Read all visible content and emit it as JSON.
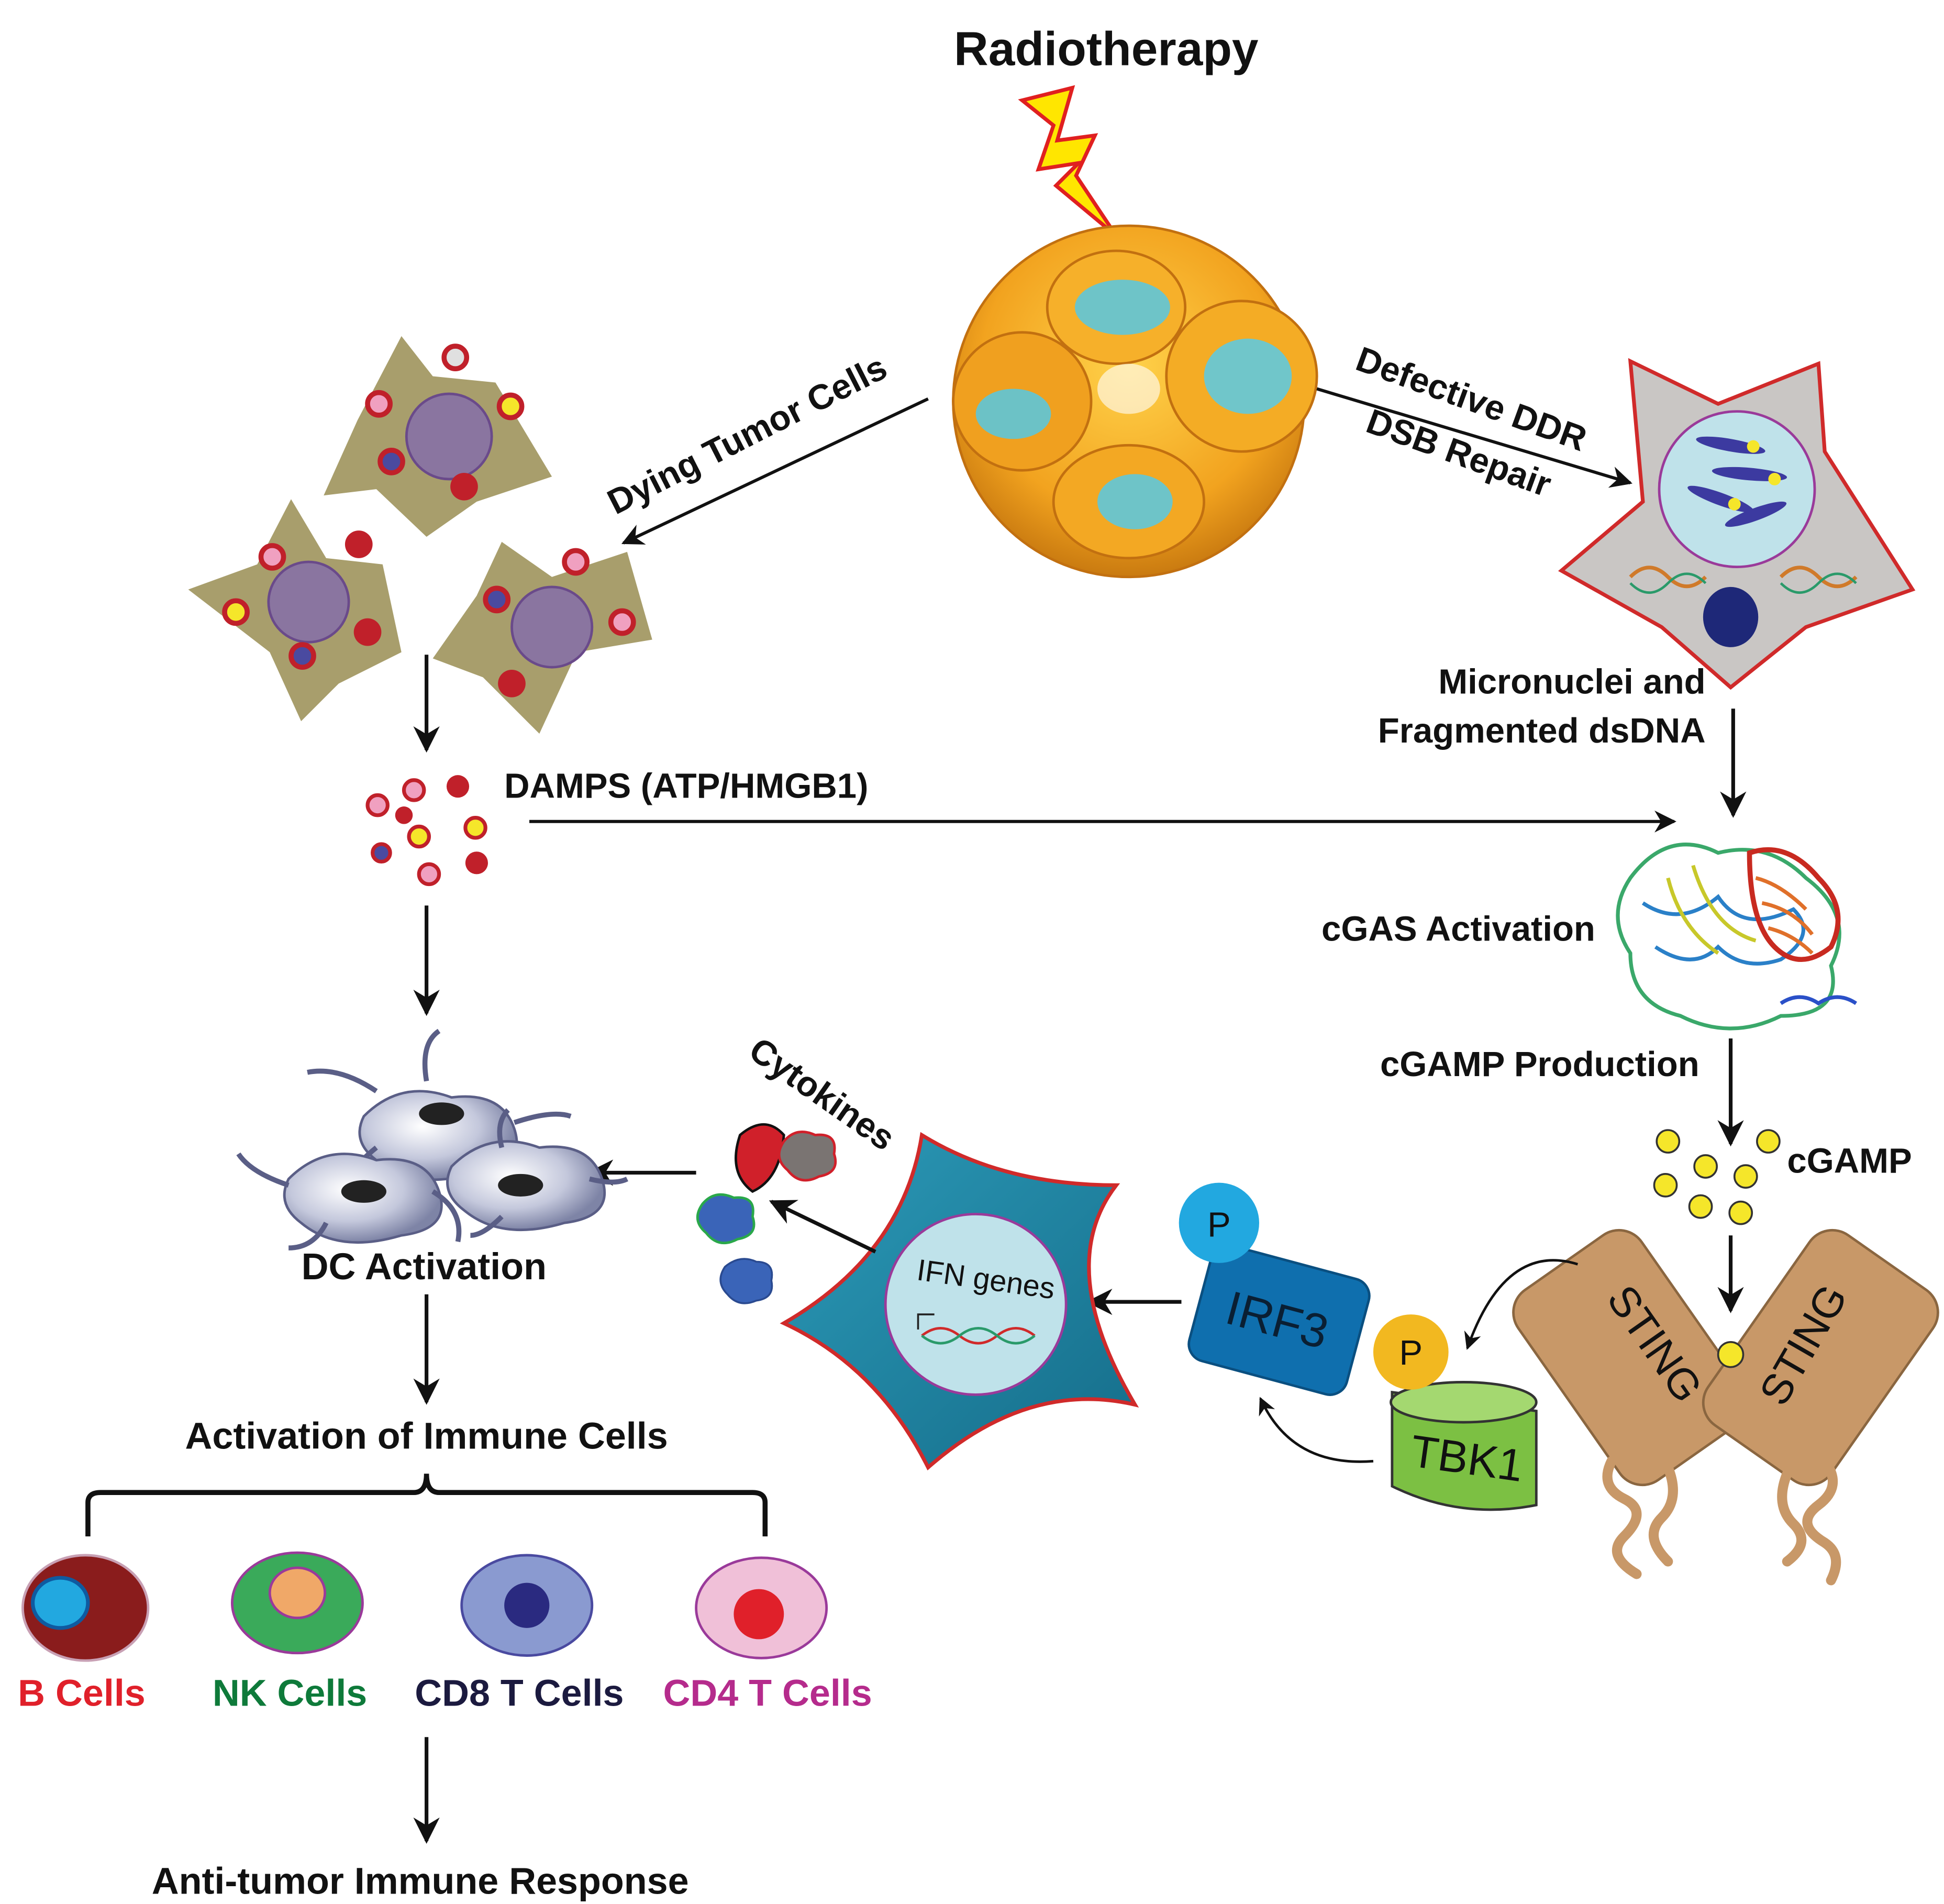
{
  "title": "Radiotherapy",
  "labels": {
    "dying_tumor_cells": "Dying Tumor Cells",
    "defective_ddr": "Defective DDR",
    "dsb_repair": "DSB Repair",
    "micronuclei_line1": "Micronuclei and",
    "micronuclei_line2": "Fragmented dsDNA",
    "damps": "DAMPS (ATP/HMGB1)",
    "cgas_activation": "cGAS Activation",
    "cgamp_production": "cGAMP Production",
    "cgamp": "cGAMP",
    "cytokines": "Cytokines",
    "dc_activation": "DC Activation",
    "activation_immune": "Activation of Immune Cells",
    "anti_tumor": "Anti-tumor Immune Response",
    "ifn_genes": "IFN genes"
  },
  "proteins": {
    "sting_left": "STING",
    "sting_right": "STING",
    "tbk1": "TBK1",
    "irf3": "IRF3",
    "phospho": "P"
  },
  "immune_cells": [
    {
      "label": "B Cells",
      "color": "#e0202a"
    },
    {
      "label": "NK Cells",
      "color": "#0e7a3a"
    },
    {
      "label": "CD8 T Cells",
      "color": "#1b1a3f"
    },
    {
      "label": "CD4 T Cells",
      "color": "#b52b8c"
    }
  ],
  "colors": {
    "arrow": "#111111",
    "lightning_fill": "#ffe600",
    "lightning_stroke": "#e02020",
    "tumor": "#f0a020",
    "sting": "#c89868",
    "tbk1": "#7cc043",
    "irf3": "#0f6fae",
    "phospho_blue": "#22a8e0",
    "phospho_yellow": "#f2b820",
    "cgamp_dot": "#f5e62a",
    "teal_cell": "#1e8aa8",
    "gray_cell": "#c9c6c4"
  }
}
